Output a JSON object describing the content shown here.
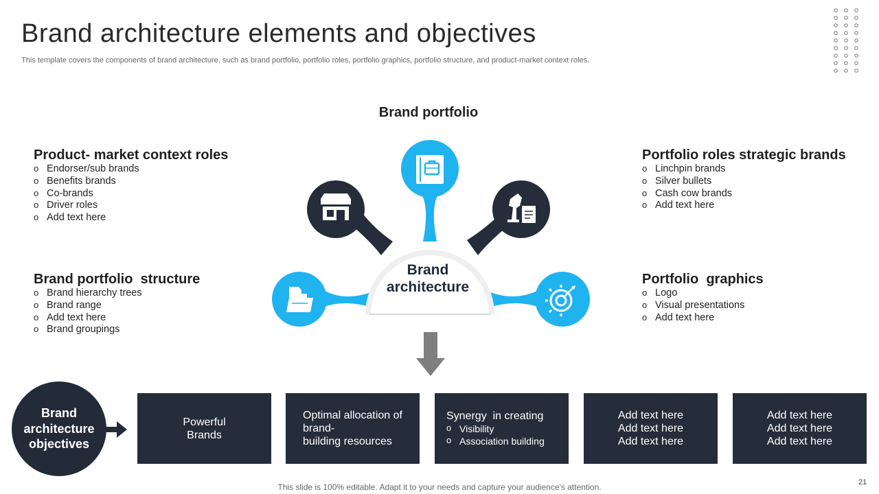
{
  "title": "Brand architecture elements and objectives",
  "subtitle": "This template covers the components of brand architecture, such as brand portfolio, portfolio roles, portfolio graphics, portfolio structure, and product-market context roles.",
  "diagram": {
    "top_label": "Brand portfolio",
    "center_label_line1": "Brand",
    "center_label_line2": "architecture",
    "colors": {
      "accent": "#1fb3f0",
      "dark": "#252c3a"
    },
    "icons": [
      "briefcase-book-icon",
      "store-icon",
      "chess-knight-icon",
      "folder-document-icon",
      "gear-target-icon"
    ]
  },
  "blocks": {
    "product_market": {
      "heading": "Product- market context roles",
      "items": [
        "Endorser/sub brands",
        "Benefits brands",
        "Co-brands",
        "Driver roles",
        "Add text here"
      ]
    },
    "portfolio_structure": {
      "heading": "Brand portfolio  structure",
      "items": [
        "Brand hierarchy trees",
        "Brand range",
        "Add text here",
        "Brand groupings"
      ]
    },
    "portfolio_roles": {
      "heading": "Portfolio roles strategic brands",
      "items": [
        "Linchpin brands",
        "Silver bullets",
        "Cash cow brands",
        "Add text here"
      ]
    },
    "portfolio_graphics": {
      "heading": "Portfolio  graphics",
      "items": [
        "Logo",
        "Visual presentations",
        "Add text here"
      ]
    }
  },
  "objectives": {
    "circle_line1": "Brand",
    "circle_line2": "architecture",
    "circle_line3": "objectives",
    "box1": {
      "line1": "Powerful",
      "line2": "Brands"
    },
    "box2": {
      "line1": "Optimal allocation of",
      "line2": "brand-",
      "line3": "building resources"
    },
    "box3": {
      "heading": "Synergy  in creating",
      "items": [
        "Visibility",
        "Association building"
      ]
    },
    "box4": {
      "lines": [
        "Add text here",
        "Add text here",
        "Add text here"
      ]
    },
    "box5": {
      "lines": [
        "Add text here",
        "Add text here",
        "Add text here"
      ]
    }
  },
  "footer": "This slide is 100% editable. Adapt it to your needs and capture your audience's attention.",
  "page_number": "21"
}
